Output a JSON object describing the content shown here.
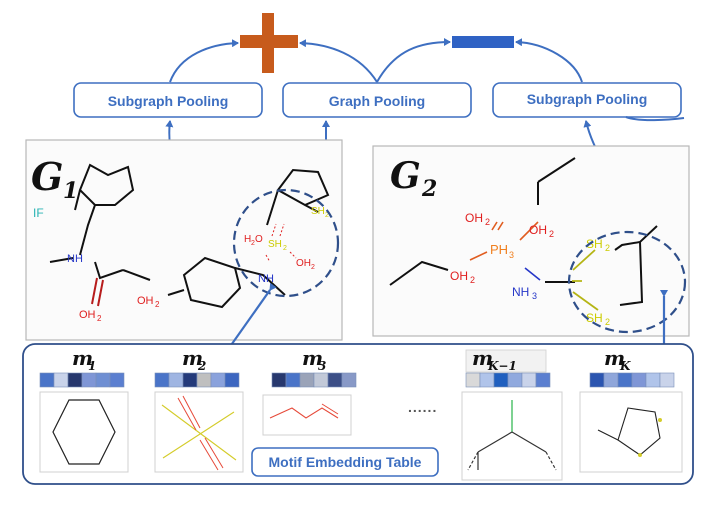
{
  "pooling": {
    "subgraph_left": "Subgraph Pooling",
    "graph": "Graph Pooling",
    "subgraph_right": "Subgraph Pooling"
  },
  "graphs": {
    "g1_label": "G",
    "g1_sub": "1",
    "g2_label": "G",
    "g2_sub": "2"
  },
  "g1_atoms": {
    "if": "IF",
    "nh": "NH",
    "oh2_amide": "OH",
    "oh2_amide_sub": "2",
    "oh2_ether": "OH",
    "oh2_ether_sub": "2",
    "nh_ring": "NH",
    "sh2_left_a": "H",
    "sh2_left_b": "2",
    "sh2_left_c": "O",
    "sh2_center": "SH",
    "sh2_center_sub": "2",
    "oh2_right": "OH",
    "oh2_right_sub": "2",
    "sh2_thio": "SH",
    "sh2_thio_sub": "2"
  },
  "g2_atoms": {
    "oh2_top": "OH",
    "oh2_top_sub": "2",
    "ph3": "PH",
    "ph3_sub": "3",
    "oh2_right": "OH",
    "oh2_right_sub": "2",
    "oh2_left": "OH",
    "oh2_left_sub": "2",
    "nh3": "NH",
    "nh3_sub": "3",
    "sh2_top": "SH",
    "sh2_top_sub": "2",
    "sh2_bottom": "SH",
    "sh2_bottom_sub": "2"
  },
  "motifs": [
    {
      "label": "m",
      "sub": "1"
    },
    {
      "label": "m",
      "sub": "2"
    },
    {
      "label": "m",
      "sub": "3"
    },
    {
      "label": "m",
      "sub": "K−1"
    },
    {
      "label": "m",
      "sub": "K"
    }
  ],
  "ellipsis": "......",
  "table_title": "Motif Embedding Table",
  "embedding_colors": {
    "m1": [
      "#4a74c8",
      "#c9d3ea",
      "#27386e",
      "#7f96d6",
      "#6f8fd3",
      "#5b7fd0"
    ],
    "m2": [
      "#4a74c8",
      "#9fb5e2",
      "#243a7a",
      "#bfbfbf",
      "#8aa2dc",
      "#3c66c0"
    ],
    "m3": [
      "#27386e",
      "#4a74c8",
      "#9aa3b8",
      "#c2c9d8",
      "#3c4f87",
      "#8899c7"
    ],
    "mk1": [
      "#d9d9d9",
      "#b0c4ea",
      "#1f5fbf",
      "#90a9de",
      "#c9d3ea",
      "#5b7fd0"
    ],
    "mk": [
      "#2b55b0",
      "#8fa6da",
      "#4a74c8",
      "#7f96d6",
      "#b0c4ea",
      "#c9d3ea"
    ]
  },
  "colors": {
    "accent_blue": "#3e6fc1",
    "plus_orange": "#c75b1c",
    "bar_blue": "#2f62c4"
  }
}
